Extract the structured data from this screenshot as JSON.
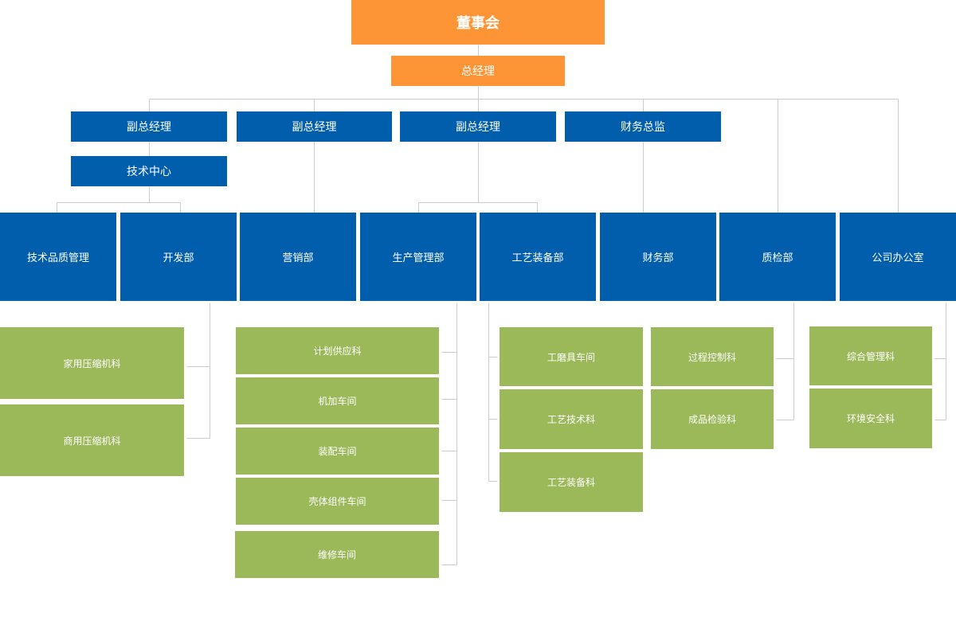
{
  "board": "董事会",
  "general_manager": "总经理",
  "executives": [
    "副总经理",
    "副总经理",
    "副总经理",
    "财务总监"
  ],
  "tech_center": "技术中心",
  "departments": [
    "技术品质管理",
    "开发部",
    "营销部",
    "生产管理部",
    "工艺装备部",
    "财务部",
    "质检部",
    "公司办公室"
  ],
  "dev_units": [
    "家用压缩机科",
    "商用压缩机科"
  ],
  "production_units": [
    "计划供应科",
    "机加车间",
    "装配车间",
    "壳体组件车间",
    "维修车间"
  ],
  "process_units": [
    "工磨具车间",
    "工艺技术科",
    "工艺装备科"
  ],
  "qc_units": [
    "过程控制科",
    "成品检验科"
  ],
  "office_units": [
    "综合管理科",
    "环境安全科"
  ],
  "colors": {
    "orange": "#fd9435",
    "blue": "#005ead",
    "green": "#9cb95a",
    "connector": "#cccccc"
  }
}
